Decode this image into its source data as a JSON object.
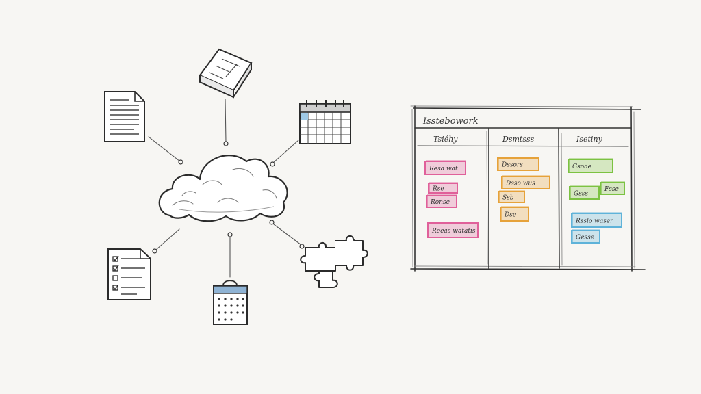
{
  "board": {
    "title": "Isstebowork",
    "columns": [
      {
        "label": "Tsiéhy"
      },
      {
        "label": "Dsmtsss"
      },
      {
        "label": "Isetiny"
      }
    ],
    "cards": [
      {
        "text": "Resa wat",
        "color": "#e0609a"
      },
      {
        "text": "Rse",
        "color": "#e0609a"
      },
      {
        "text": "Ronse",
        "color": "#e0609a"
      },
      {
        "text": "Reeas watatis",
        "color": "#e0609a"
      },
      {
        "text": "Dssors",
        "color": "#e6a23a"
      },
      {
        "text": "Dsso wus",
        "color": "#e6a23a"
      },
      {
        "text": "Ssb",
        "color": "#e6a23a"
      },
      {
        "text": "Dse",
        "color": "#e6a23a"
      },
      {
        "text": "Gsoae",
        "color": "#7cc242"
      },
      {
        "text": "Fsse",
        "color": "#7cc242"
      },
      {
        "text": "Gsss",
        "color": "#7cc242"
      },
      {
        "text": "Rsslo waser",
        "color": "#5fb3d9"
      },
      {
        "text": "Gesse",
        "color": "#5fb3d9"
      }
    ]
  },
  "icons": [
    {
      "name": "hub-cloud-icon"
    },
    {
      "name": "document-icon"
    },
    {
      "name": "hard-drive-icon"
    },
    {
      "name": "calendar-icon"
    },
    {
      "name": "checklist-icon"
    },
    {
      "name": "calendar-small-icon"
    },
    {
      "name": "puzzle-icon"
    }
  ],
  "colors": {
    "pink": "#e0609a",
    "orange": "#e6a23a",
    "green": "#7cc242",
    "blue": "#5fb3d9",
    "ink": "#333333",
    "paper": "#f7f6f3"
  }
}
